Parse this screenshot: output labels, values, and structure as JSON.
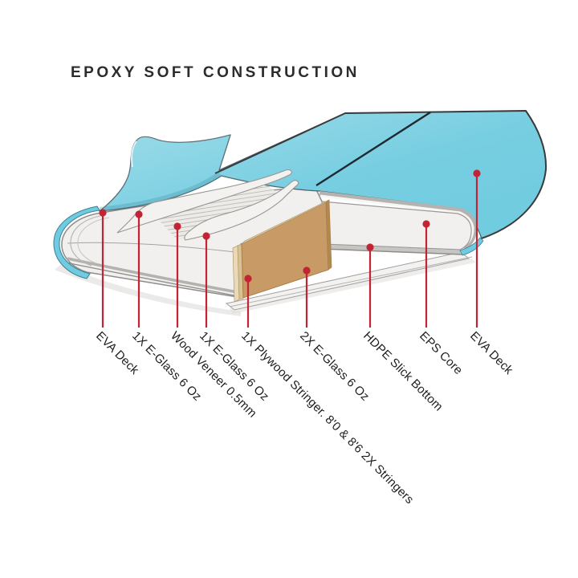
{
  "title": "EPOXY SOFT CONSTRUCTION",
  "callouts": [
    {
      "text": "EVA Deck"
    },
    {
      "text": "1X E-Glass 6 Oz"
    },
    {
      "text": "Wood Veneer 0.5mm"
    },
    {
      "text": "1X E-Glass 6 Oz"
    },
    {
      "text": "1X Plywood Stringer. 8'0 & 8'6 2X Stringers"
    },
    {
      "text": "2X E-Glass 6 Oz"
    },
    {
      "text": "HDPE Slick Bottom"
    },
    {
      "text": "EPS Core"
    },
    {
      "text": "EVA Deck"
    }
  ],
  "colors": {
    "accent": "#c32434",
    "deck_blue": "#6fcbdf",
    "wood_tan": "#c79a66",
    "wood_light": "#e6d3ac",
    "wood_lam1": "#ead9b8",
    "wood_lam2": "#d9c190",
    "foam_white": "#f1f0ee",
    "sheet_white": "#f3f2f0"
  }
}
